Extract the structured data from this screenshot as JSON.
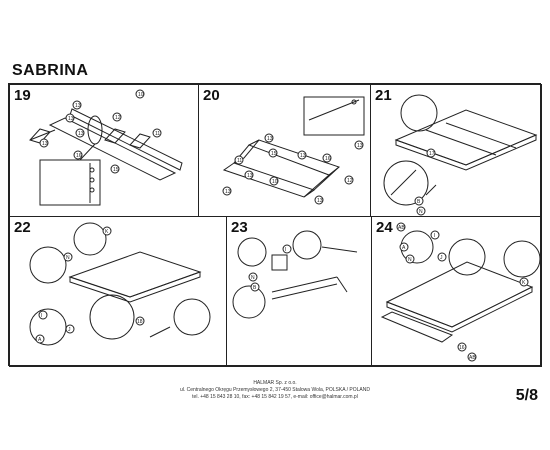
{
  "document": {
    "title": "SABRINA",
    "page_number": "5/8"
  },
  "steps": [
    {
      "number": "19",
      "callouts": [
        "13",
        "13",
        "13",
        "10",
        "12",
        "11",
        "15",
        "16",
        "13"
      ]
    },
    {
      "number": "20",
      "callouts": [
        "13",
        "15",
        "11",
        "13",
        "10",
        "16",
        "13",
        "12",
        "13",
        "13",
        "13"
      ]
    },
    {
      "number": "21",
      "callouts": [
        "17",
        "B",
        "N"
      ]
    },
    {
      "number": "22",
      "callouts": [
        "K",
        "N",
        "J",
        "I",
        "A",
        "18"
      ]
    },
    {
      "number": "23",
      "callouts": [
        "I",
        "N",
        "B"
      ]
    },
    {
      "number": "24",
      "callouts": [
        "AB",
        "I",
        "J",
        "A",
        "N",
        "K",
        "16",
        "AB"
      ]
    }
  ],
  "footer": {
    "company": "HALMAR Sp. z o.o.",
    "address": "ul. Centralnego Okręgu Przemysłowego 2, 37-450 Stalowa Wola, POLSKA / POLAND",
    "contact": "tel. +48 15 843 28 10, fax: +48 15 842 19 57, e-mail: office@halmar.com.pl"
  }
}
